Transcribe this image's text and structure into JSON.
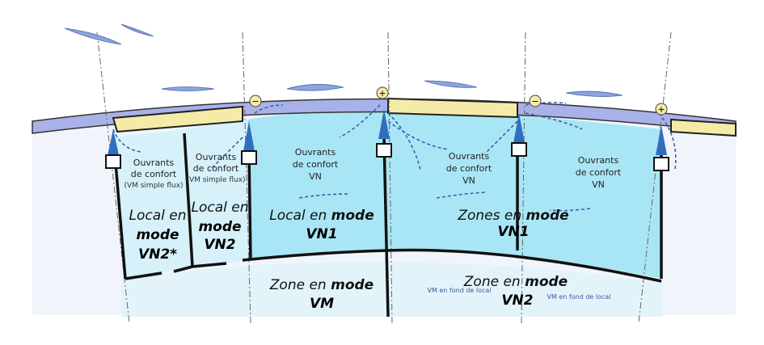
{
  "openings": {
    "line1": "Ouvrants",
    "line2": "de confort",
    "simple_flux": "(VM simple flux)",
    "vn": "VN"
  },
  "zones": {
    "local_vn2_star": {
      "line1": "Local en",
      "line2": "mode",
      "line3": "VN2*"
    },
    "local_vn2": {
      "line1": "Local en",
      "line2": "mode",
      "line3": "VN2"
    },
    "local_vn1": {
      "prefix": "Local en ",
      "mode": "mode",
      "code": "VN1"
    },
    "zones_vn1": {
      "prefix": "Zones en ",
      "mode": "mode",
      "code": "VN1"
    },
    "zone_vm": {
      "prefix": "Zone en ",
      "mode": "mode",
      "code": "VM"
    },
    "zone_vn2": {
      "prefix": "Zone en ",
      "mode": "mode",
      "code": "VN2"
    }
  },
  "notes": {
    "vm_fond": "VM en fond de local"
  },
  "symbols": {
    "minus": "−",
    "plus": "+"
  },
  "colors": {
    "vn1": "#a9e6f5",
    "vn2": "#d6f1f9",
    "bottom": "#e2f4fa",
    "wall": "#a9b2e8",
    "window": "#f4eba8",
    "arrow": "#3a5fb0"
  }
}
